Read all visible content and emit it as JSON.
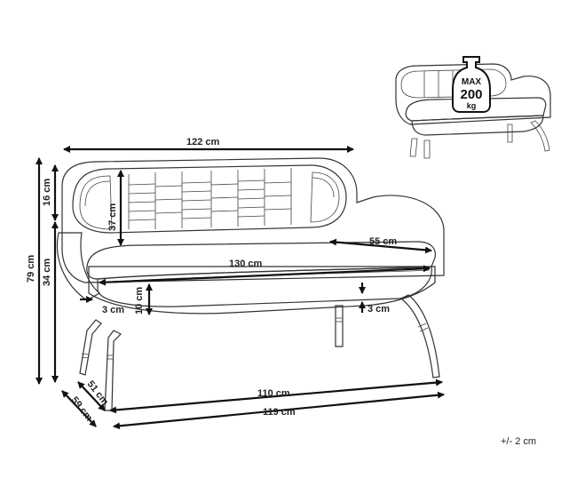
{
  "dimensions": {
    "overall_width": "122 cm",
    "back_height": "16 cm",
    "backrest_height": "37 cm",
    "total_height": "79 cm",
    "seat_height": "34 cm",
    "armrest_depth": "55 cm",
    "seat_width": "130 cm",
    "cushion_thickness": "10 cm",
    "side_gap": "3 cm",
    "leg_gap": "3 cm",
    "seat_depth": "51 cm",
    "total_depth": "59 cm",
    "leg_span_front": "110 cm",
    "leg_span_total": "119 cm"
  },
  "load_badge": {
    "top": "MAX",
    "value": "200",
    "unit": "kg"
  },
  "tolerance": "+/- 2 cm"
}
